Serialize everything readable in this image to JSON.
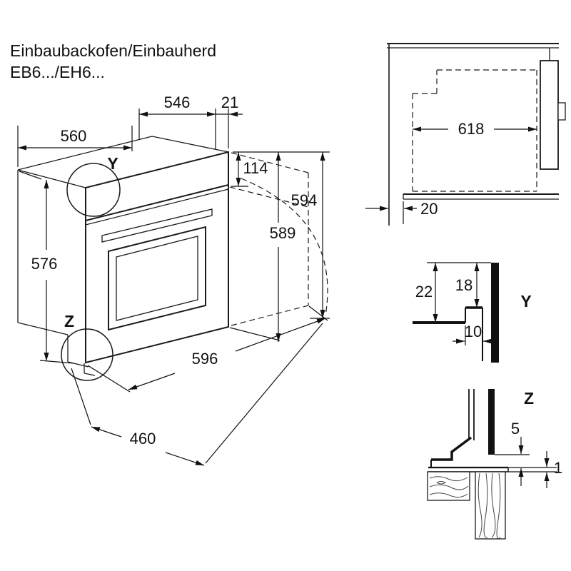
{
  "title": {
    "line1": "Einbaubackofen/Einbauherd",
    "line2": "EB6.../EH6..."
  },
  "main_view": {
    "dim_top_depth": "546",
    "dim_front_offset": "21",
    "dim_niche_width": "560",
    "dim_panel_height": "114",
    "dim_total_height": "594",
    "dim_door_height": "589",
    "dim_niche_height": "576",
    "dim_oven_width": "596",
    "dim_depth": "460",
    "detail_y_marker": "Y",
    "detail_z_marker": "Z"
  },
  "section_view": {
    "dim_depth_total": "618",
    "dim_rear_gap": "20"
  },
  "detail_y": {
    "dim_22": "22",
    "dim_18": "18",
    "dim_10": "10",
    "label": "Y"
  },
  "detail_z": {
    "dim_5": "5",
    "dim_1": "1",
    "label": "Z"
  },
  "colors": {
    "line": "#1a1a1a",
    "background": "#ffffff"
  }
}
